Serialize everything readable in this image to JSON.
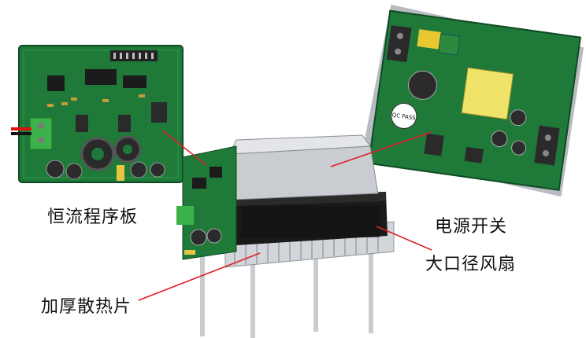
{
  "labels": {
    "board": "恒流程序板",
    "psu": "电源开关",
    "fan": "大口径风扇",
    "heatsink": "加厚散热片"
  },
  "psu_marks": {
    "qc_pass": "QC PASS"
  },
  "colors": {
    "pcb_green": "#1f7a3a",
    "pcb_dark": "#145a2a",
    "leader_red": "#e0202a",
    "aluminum": "#c9ccd0",
    "fan_black": "#1a1a1a"
  }
}
